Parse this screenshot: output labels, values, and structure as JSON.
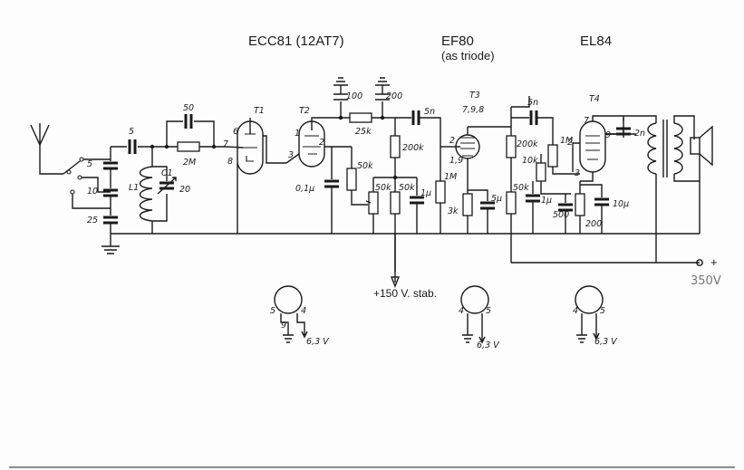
{
  "tubes": {
    "v1_title": "ECC81 (12AT7)",
    "v2_title": "EF80",
    "v2_subtitle": "(as triode)",
    "v3_title": "EL84"
  },
  "labels": {
    "t1": "T1",
    "t2": "T2",
    "t3": "T3",
    "t4": "T4",
    "pin6": "6",
    "pin7": "7",
    "pin8": "8",
    "pin1": "1",
    "pin3": "3",
    "pin2": "2",
    "pin2b": "2",
    "pin789": "7,9,8",
    "pin19": "1,9",
    "pin7b": "7",
    "pin2c": "2",
    "pin9": "9",
    "pin3b": "3",
    "c5a": "5",
    "c5b": "5",
    "c10": "10",
    "c25": "25",
    "c50": "50",
    "r2m": "2M",
    "l1": "L1",
    "c1": "C1",
    "c20": "20",
    "c100": "100",
    "c200": "200",
    "r25k": "25k",
    "c5n": "5n",
    "c5n2": "5n",
    "r200k": "200k",
    "r50k": "50k",
    "c01u": "0,1µ",
    "r50ka": "50k",
    "r50kb": "50k",
    "c1u": "1µ",
    "r1m": "1M",
    "r3k": "3k",
    "c5u": "5µ",
    "r200k2": "200k",
    "r10k": "10k",
    "r1m2": "1M",
    "r50k3": "50k",
    "c1u2": "1µ",
    "c500": "500",
    "r200": "200",
    "c10u": "10µ",
    "c2n": "2n"
  },
  "supply": {
    "stab_label": "+150 V. stab.",
    "plus_label": "+",
    "handwritten": "350V"
  },
  "heaters": {
    "h1_pin_a": "5",
    "h1_pin_b": "4",
    "h1_pin_c": "9",
    "h1_v": "6,3 V",
    "h2_pin_a": "4",
    "h2_pin_b": "5",
    "h2_v": "6,3 V",
    "h3_pin_a": "4",
    "h3_pin_b": "5",
    "h3_v": "6,3 V"
  }
}
